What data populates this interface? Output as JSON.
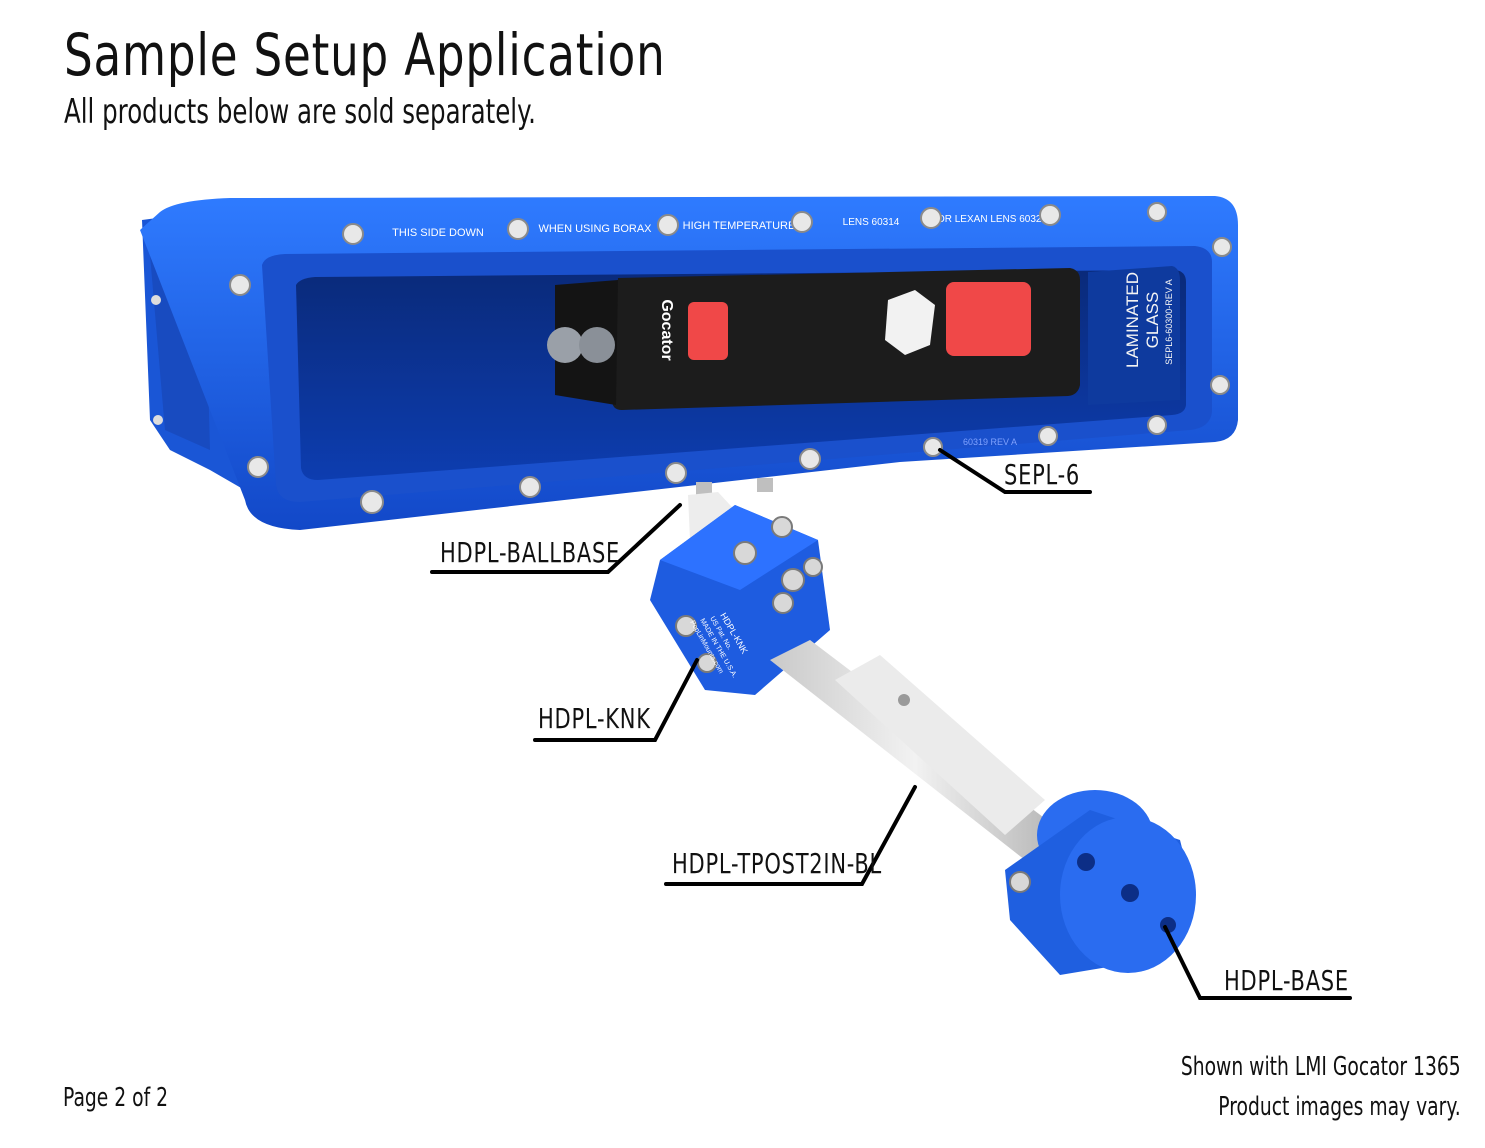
{
  "header": {
    "title": "Sample Setup Application",
    "subtitle": "All products below are sold separately."
  },
  "enclosure": {
    "rim_labels": [
      "THIS SIDE DOWN",
      "WHEN USING BORAX",
      "HIGH TEMPERATURE",
      "LENS 60314",
      "OR LEXAN LENS 60323"
    ],
    "bottom_mark": "60319 REV A",
    "glass_label_line1": "LAMINATED",
    "glass_label_line2": "GLASS",
    "glass_part": "SEPL6-60300-REV A",
    "sensor_brand": "Gocator"
  },
  "knuckle": {
    "text_lines": [
      "HDPL-KNK",
      "US Pat. No.",
      "MADE IN THE U.S.A.",
      "PopLinMounts.com"
    ]
  },
  "callouts": {
    "sepl": "SEPL-6",
    "ballbase": "HDPL-BALLBASE",
    "knk": "HDPL-KNK",
    "tpost": "HDPL-TPOST2IN-BL",
    "base": "HDPL-BASE"
  },
  "footer": {
    "page": "Page 2 of 2",
    "shown_with": "Shown with LMI Gocator 1365",
    "disclaimer": "Product images may vary."
  },
  "colors": {
    "mount_blue": "#1f5fe0",
    "mount_dark": "#0b2f9a",
    "sensor_black": "#1a1a1a",
    "laser_red": "#f04848",
    "post_white": "#e6e6e6"
  }
}
